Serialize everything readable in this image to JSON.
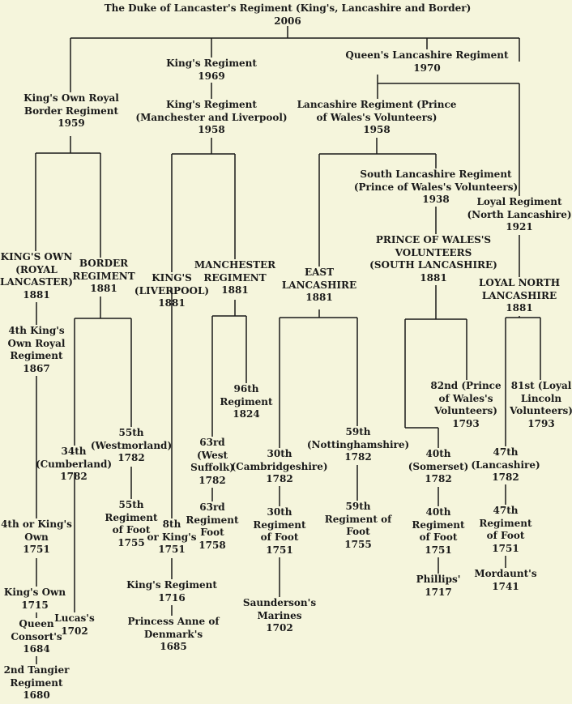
{
  "nodes": {
    "duke": [
      "The Duke of Lancaster's Regiment (King's, Lancashire and Border)",
      "2006"
    ],
    "kings_1969": [
      "King's Regiment",
      "1969"
    ],
    "queens_1970": [
      "Queen's Lancashire Regiment",
      "1970"
    ],
    "kings_own_border": [
      "King's Own Royal",
      "Border Regiment",
      "1959"
    ],
    "kings_ml": [
      "King's Regiment",
      "(Manchester and Liverpool)",
      "1958"
    ],
    "lancs_pwv": [
      "Lancashire Regiment (Prince",
      "of Wales's Volunteers)",
      "1958"
    ],
    "south_lancs": [
      "South Lancashire Regiment",
      "(Prince of Wales's Volunteers)",
      "1938"
    ],
    "loyal": [
      "Loyal Regiment",
      "(North Lancashire)",
      "1921"
    ],
    "kings_own_royal_lanc": [
      "KING'S OWN",
      "(ROYAL",
      "LANCASTER)",
      "1881"
    ],
    "border": [
      "BORDER",
      "REGIMENT",
      "1881"
    ],
    "kings_liverpool": [
      "KING'S",
      "(LIVERPOOL)",
      "1881"
    ],
    "manchester": [
      "MANCHESTER",
      "REGIMENT",
      "1881"
    ],
    "east_lancs": [
      "EAST",
      "LANCASHIRE",
      "1881"
    ],
    "pwv_south": [
      "PRINCE OF WALES'S",
      "VOLUNTEERS",
      "(SOUTH LANCASHIRE)",
      "1881"
    ],
    "loyal_north": [
      "LOYAL NORTH",
      "LANCASHIRE",
      "1881"
    ],
    "4th_kings_own": [
      "4th King's",
      "Own Royal",
      "Regiment",
      "1867"
    ],
    "96th": [
      "96th",
      "Regiment",
      "1824"
    ],
    "82nd": [
      "82nd (Prince",
      "of Wales's",
      "Volunteers)",
      "1793"
    ],
    "81st": [
      "81st (Loyal",
      "Lincoln",
      "Volunteers)",
      "1793"
    ],
    "55th_w": [
      "55th",
      "(Westmorland)",
      "1782"
    ],
    "34th": [
      "34th",
      "(Cumberland)",
      "1782"
    ],
    "59th_n": [
      "59th",
      "(Nottinghamshire)",
      "1782"
    ],
    "63rd_ws": [
      "63rd",
      "(West",
      "Suffolk)",
      "1782"
    ],
    "30th_c": [
      "30th",
      "(Cambridgeshire)",
      "1782"
    ],
    "40th_s": [
      "40th",
      "(Somerset)",
      "1782"
    ],
    "47th_l": [
      "47th",
      "(Lancashire)",
      "1782"
    ],
    "55th_f": [
      "55th",
      "Regiment",
      "of Foot",
      "1755"
    ],
    "63rd_f": [
      "63rd",
      "Regiment",
      "Foot",
      "1758"
    ],
    "30th_f": [
      "30th",
      "Regiment",
      "of Foot",
      "1751"
    ],
    "59th_f": [
      "59th",
      "Regiment of",
      "Foot",
      "1755"
    ],
    "40th_f": [
      "40th",
      "Regiment",
      "of Foot",
      "1751"
    ],
    "47th_f": [
      "47th",
      "Regiment",
      "of Foot",
      "1751"
    ],
    "4th_or_kings": [
      "4th or King's",
      "Own",
      "1751"
    ],
    "8th": [
      "8th",
      "or King's",
      "1751"
    ],
    "kings_own_1715": [
      "King's Own",
      "1715"
    ],
    "kings_1716": [
      "King's Regiment",
      "1716"
    ],
    "princess_anne": [
      "Princess Anne of",
      "Denmark's",
      "1685"
    ],
    "queen_consort": [
      "Queen",
      "Consort's",
      "1684"
    ],
    "2nd_tangier": [
      "2nd Tangier",
      "Regiment",
      "1680"
    ],
    "lucas": [
      "Lucas's",
      "1702"
    ],
    "saunderson": [
      "Saunderson's",
      "Marines",
      "1702"
    ],
    "phillips": [
      "Phillips'",
      "1717"
    ],
    "mordaunt": [
      "Mordaunt's",
      "1741"
    ]
  }
}
